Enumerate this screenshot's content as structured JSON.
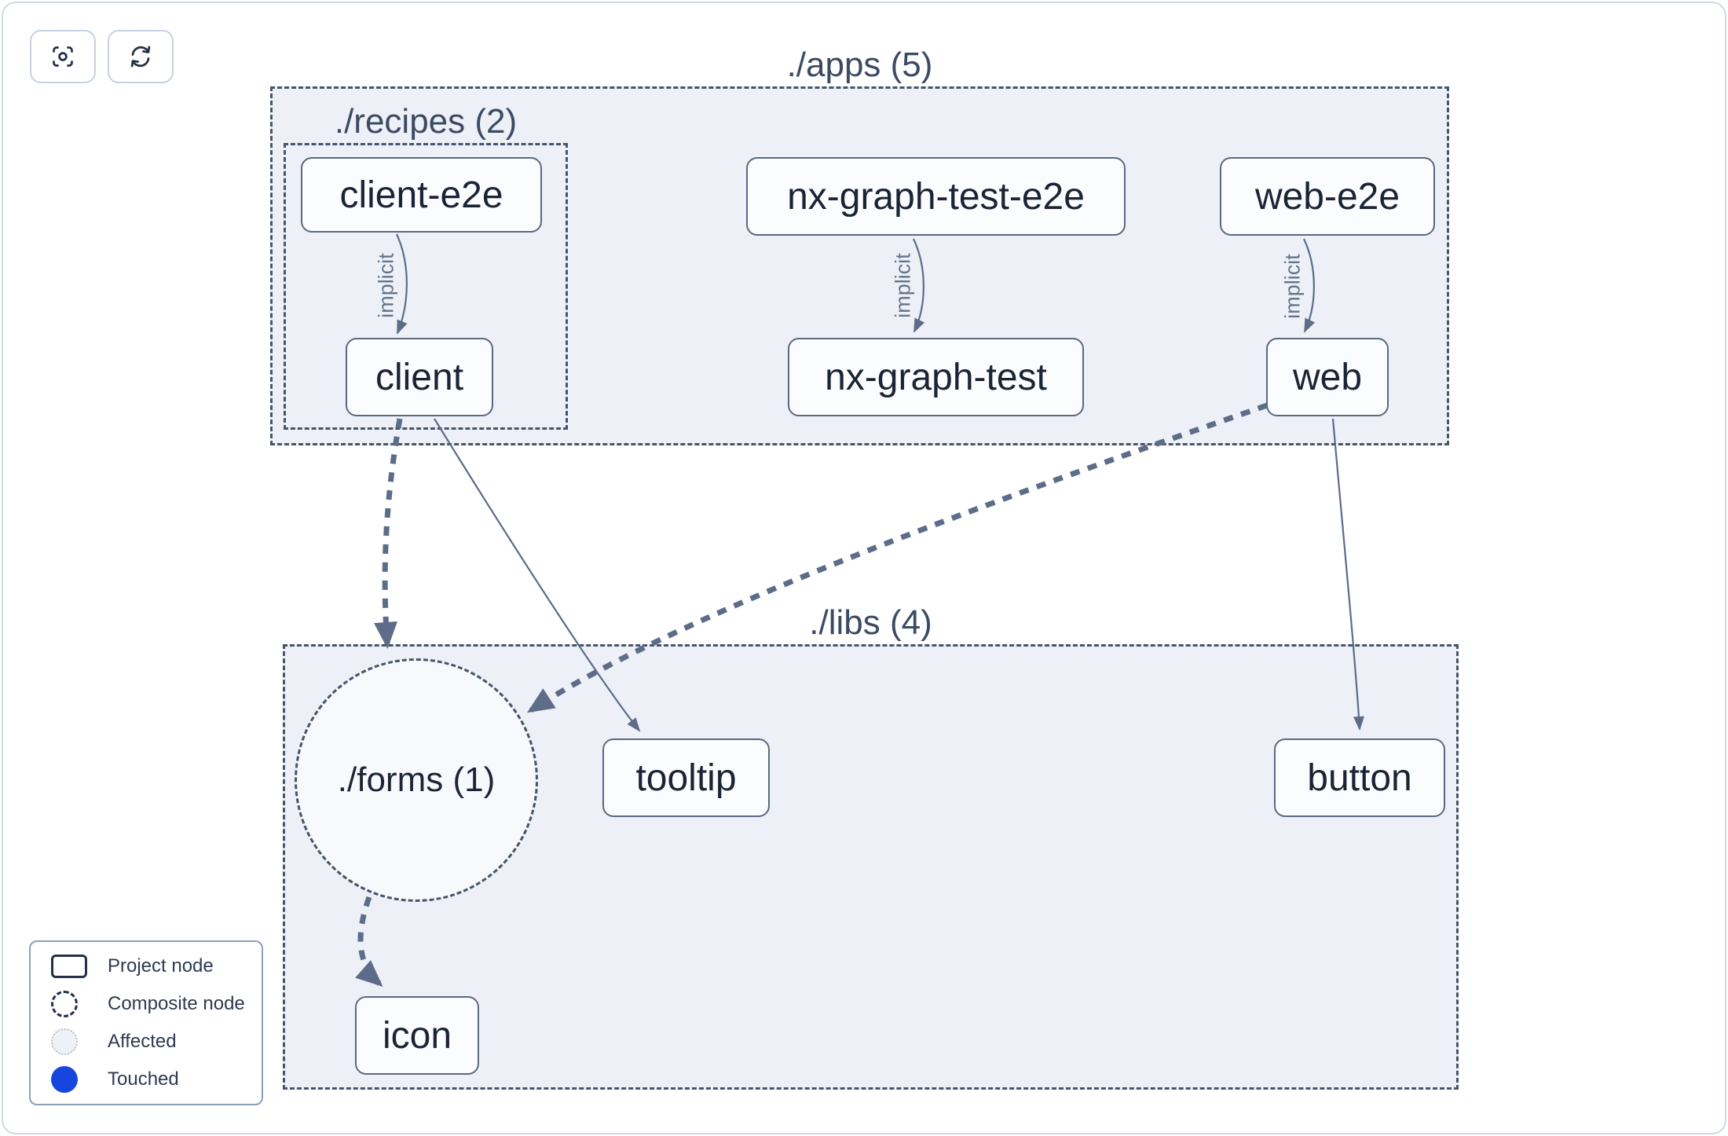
{
  "toolbar": {
    "buttons": [
      {
        "name": "focus",
        "icon": "focus-icon"
      },
      {
        "name": "refresh",
        "icon": "refresh-icon"
      }
    ]
  },
  "graph": {
    "groups": {
      "apps": {
        "label": "./apps (5)"
      },
      "recipes": {
        "label": "./recipes (2)"
      },
      "libs": {
        "label": "./libs (4)"
      }
    },
    "composites": {
      "forms": {
        "label": "./forms (1)"
      }
    },
    "nodes": {
      "client_e2e": {
        "label": "client-e2e"
      },
      "nx_graph_test_e2e": {
        "label": "nx-graph-test-e2e"
      },
      "web_e2e": {
        "label": "web-e2e"
      },
      "client": {
        "label": "client"
      },
      "nx_graph_test": {
        "label": "nx-graph-test"
      },
      "web": {
        "label": "web"
      },
      "tooltip": {
        "label": "tooltip"
      },
      "button": {
        "label": "button"
      },
      "icon": {
        "label": "icon"
      }
    },
    "edges": [
      {
        "from": "client-e2e",
        "to": "client",
        "type": "implicit",
        "label": "implicit"
      },
      {
        "from": "nx-graph-test-e2e",
        "to": "nx-graph-test",
        "type": "implicit",
        "label": "implicit"
      },
      {
        "from": "web-e2e",
        "to": "web",
        "type": "implicit",
        "label": "implicit"
      },
      {
        "from": "client",
        "to": "./forms",
        "type": "dashed-dependency",
        "label": ""
      },
      {
        "from": "client",
        "to": "tooltip",
        "type": "dependency",
        "label": ""
      },
      {
        "from": "web",
        "to": "./forms",
        "type": "dashed-dependency",
        "label": ""
      },
      {
        "from": "web",
        "to": "button",
        "type": "dependency",
        "label": ""
      },
      {
        "from": "./forms",
        "to": "icon",
        "type": "dashed-dependency",
        "label": ""
      }
    ]
  },
  "legend": {
    "items": [
      {
        "swatch": "project-node-swatch",
        "label": "Project node"
      },
      {
        "swatch": "composite-node-swatch",
        "label": "Composite node"
      },
      {
        "swatch": "affected-swatch",
        "label": "Affected"
      },
      {
        "swatch": "touched-swatch",
        "label": "Touched"
      }
    ]
  },
  "colors": {
    "touched_blue": "#1646dd",
    "edge": "#5d6c88",
    "group_fill": "#edf1f7",
    "group_border": "#47556c",
    "node_border": "#5b6880",
    "node_text": "#1b2435"
  }
}
